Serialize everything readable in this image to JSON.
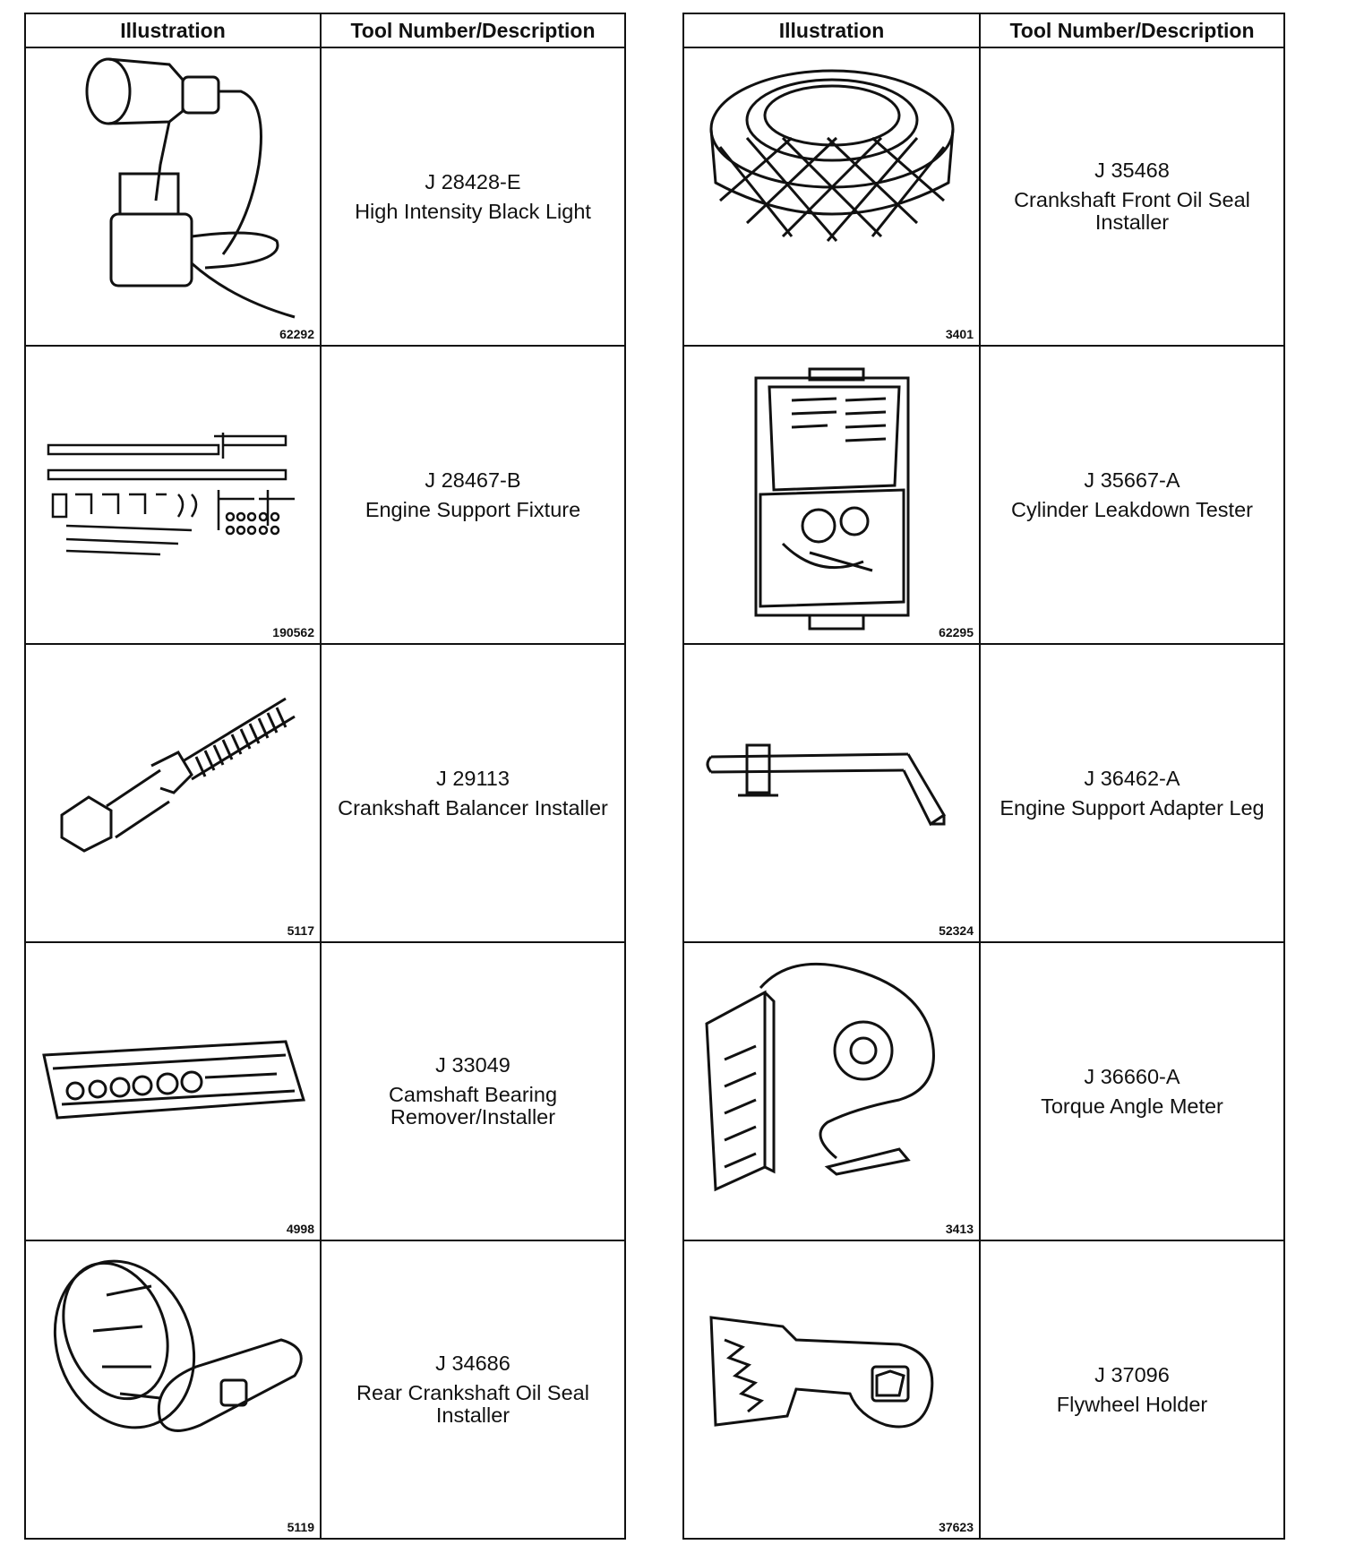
{
  "headers": {
    "illustration": "Illustration",
    "description": "Tool Number/Description"
  },
  "left_tools": [
    {
      "number": "J 28428-E",
      "description": "High Intensity Black Light",
      "fig": "62292",
      "icon": "black-light-icon"
    },
    {
      "number": "J 28467-B",
      "description": "Engine Support Fixture",
      "fig": "190562",
      "icon": "support-fixture-icon"
    },
    {
      "number": "J 29113",
      "description": "Crankshaft Balancer Installer",
      "fig": "5117",
      "icon": "balancer-installer-icon"
    },
    {
      "number": "J 33049",
      "description": "Camshaft Bearing Remover/Installer",
      "fig": "4998",
      "icon": "bearing-kit-icon"
    },
    {
      "number": "J 34686",
      "description": "Rear Crankshaft Oil Seal Installer",
      "fig": "5119",
      "icon": "rear-seal-installer-icon"
    }
  ],
  "right_tools": [
    {
      "number": "J 35468",
      "description": "Crankshaft Front Oil Seal Installer",
      "fig": "3401",
      "icon": "front-seal-installer-icon"
    },
    {
      "number": "J 35667-A",
      "description": "Cylinder Leakdown Tester",
      "fig": "62295",
      "icon": "leakdown-tester-icon"
    },
    {
      "number": "J 36462-A",
      "description": "Engine Support Adapter Leg",
      "fig": "52324",
      "icon": "adapter-leg-icon"
    },
    {
      "number": "J 36660-A",
      "description": "Torque Angle Meter",
      "fig": "3413",
      "icon": "torque-meter-icon"
    },
    {
      "number": "J 37096",
      "description": "Flywheel Holder",
      "fig": "37623",
      "icon": "flywheel-holder-icon"
    }
  ]
}
